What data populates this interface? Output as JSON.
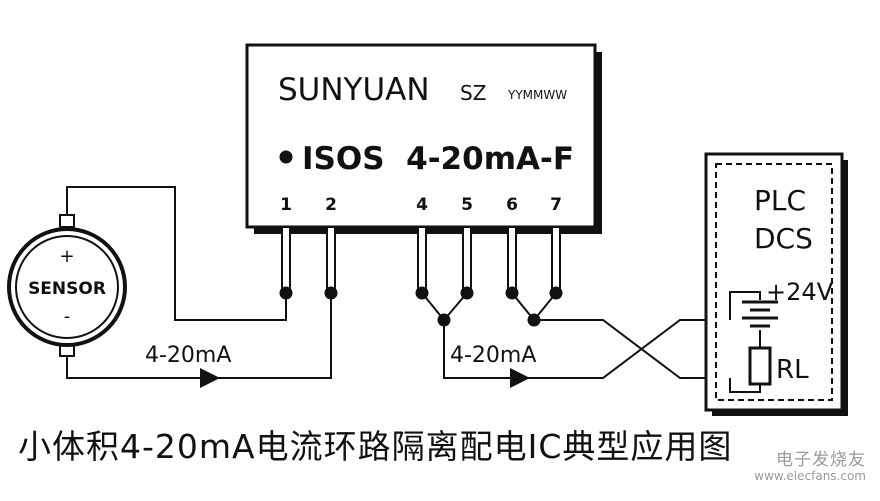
{
  "module": {
    "brand": "SUNYUAN",
    "brand_suffix": "SZ",
    "date_code": "YYMMWW",
    "part_number": "ISOS  4-20mA-F",
    "pins": [
      "1",
      "2",
      "4",
      "5",
      "6",
      "7"
    ]
  },
  "sensor": {
    "label": "SENSOR",
    "plus": "+",
    "minus": "-"
  },
  "loop_current_left": "4-20mA",
  "loop_current_right": "4-20mA",
  "controller": {
    "line1": "PLC",
    "line2": "DCS",
    "supply": "+24V",
    "load": "RL"
  },
  "caption": "小体积4-20mA电流环路隔离配电IC典型应用图",
  "watermark": {
    "name": "电子发烧友",
    "url": "www.elecfans.com"
  }
}
